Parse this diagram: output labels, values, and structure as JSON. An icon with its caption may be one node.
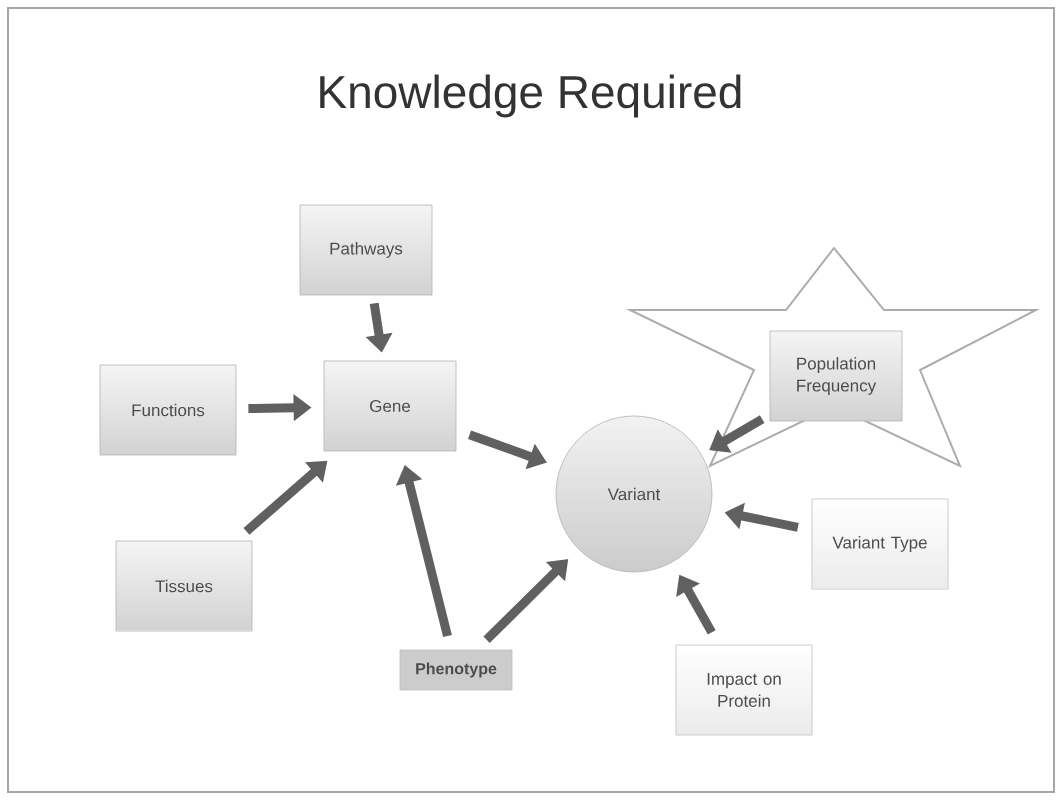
{
  "diagram": {
    "title": "Knowledge Required",
    "nodes": [
      {
        "text": [
          "Pathways"
        ]
      },
      {
        "text": [
          "Functions"
        ]
      },
      {
        "text": [
          "Gene"
        ]
      },
      {
        "text": [
          "Tissues"
        ]
      },
      {
        "text": [
          "Phenotype"
        ]
      },
      {
        "text": [
          "Variant"
        ]
      },
      {
        "text": [],
        "shape": "star"
      },
      {
        "text": [
          "Population Frequency"
        ],
        "in": 6
      },
      {
        "text": [
          "Variant Type"
        ]
      },
      {
        "text": [
          "Impact on Protein"
        ]
      }
    ],
    "edges": [
      {
        "from": 0,
        "to": 2,
        "arrow": "to"
      },
      {
        "from": 1,
        "to": 2,
        "arrow": "to"
      },
      {
        "from": 3,
        "to": 2,
        "arrow": "to"
      },
      {
        "from": 4,
        "to": 2,
        "arrow": "to"
      },
      {
        "from": 2,
        "to": 5,
        "arrow": "to"
      },
      {
        "from": 4,
        "to": 5,
        "arrow": "to"
      },
      {
        "from": 7,
        "to": 5,
        "arrow": "to"
      },
      {
        "from": 8,
        "to": 5,
        "arrow": "to"
      },
      {
        "from": 9,
        "to": 5,
        "arrow": "to"
      }
    ]
  }
}
